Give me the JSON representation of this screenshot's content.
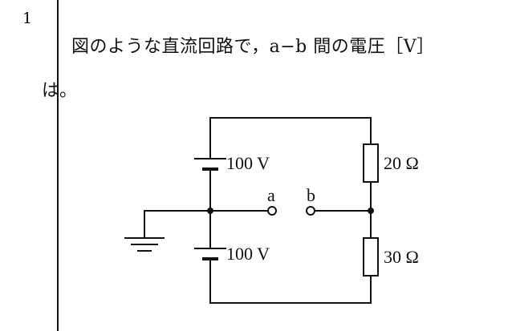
{
  "question": {
    "number": "1",
    "line1": "図のような直流回路で，a−b 間の電圧［V］",
    "line2": "は。"
  },
  "circuit": {
    "battery_top_label": "100 V",
    "battery_bottom_label": "100 V",
    "terminal_a_label": "a",
    "terminal_b_label": "b",
    "resistor_top_label": "20 Ω",
    "resistor_bottom_label": "30 Ω"
  }
}
